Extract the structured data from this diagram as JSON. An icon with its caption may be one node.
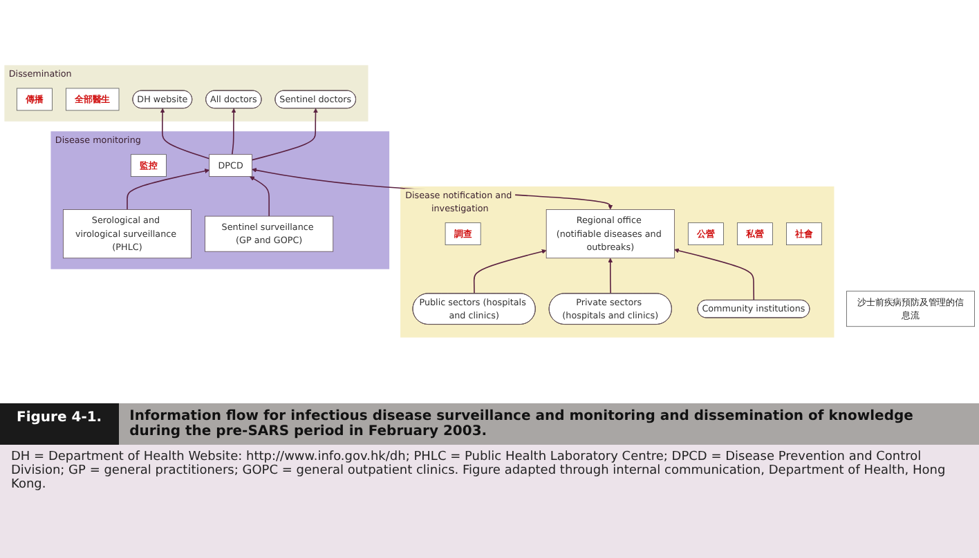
{
  "diagram": {
    "caption": "Information flow for infectious disease surveillance and monitoring and dissemination of knowledge during the pre-SARS period in February 2003.",
    "nodes": [
      {
        "text": [
          "Dissemination"
        ]
      },
      {
        "text": [
          "傳播"
        ],
        "in": 0
      },
      {
        "text": [
          "全部醫生"
        ],
        "in": 0
      },
      {
        "text": [
          "DH website"
        ],
        "in": 0
      },
      {
        "text": [
          "All doctors"
        ],
        "in": 0
      },
      {
        "text": [
          "Sentinel doctors"
        ],
        "in": 0
      },
      {
        "text": [
          "Disease monitoring"
        ]
      },
      {
        "text": [
          "監控"
        ],
        "in": 6
      },
      {
        "text": [
          "Serological and virological surveillance (PHLC)"
        ],
        "in": 6
      },
      {
        "text": [
          "DPCD"
        ],
        "in": 6
      },
      {
        "text": [
          "Sentinel surveillance (GP and GOPC)"
        ],
        "in": 6
      },
      {
        "text": [
          "Disease notification and investigation"
        ]
      },
      {
        "text": [
          "調查"
        ],
        "in": 11
      },
      {
        "text": [
          "Regional office (notifiable diseases and outbreaks)"
        ],
        "in": 11
      },
      {
        "text": [
          "Public sectors (hospitals and clinics)"
        ],
        "in": 11
      },
      {
        "text": [
          "公營"
        ],
        "in": 11
      },
      {
        "text": [
          "Private sectors (hospitals and clinics)"
        ],
        "in": 11
      },
      {
        "text": [
          "私營"
        ],
        "in": 11
      },
      {
        "text": [
          "Community institutions"
        ],
        "in": 11
      },
      {
        "text": [
          "社會"
        ],
        "in": 11
      },
      {
        "text": [
          "沙士前疾病預防及管理的信息流"
        ]
      }
    ],
    "edges": [
      {
        "from": 9,
        "to": 3,
        "arrow": "to"
      },
      {
        "from": 9,
        "to": 4,
        "arrow": "to"
      },
      {
        "from": 9,
        "to": 5,
        "arrow": "to"
      },
      {
        "from": 8,
        "to": 9,
        "arrow": "to"
      },
      {
        "from": 10,
        "to": 9,
        "arrow": "to"
      },
      {
        "from": 13,
        "to": 9,
        "arrow": "both"
      },
      {
        "from": 14,
        "to": 13,
        "arrow": "to"
      },
      {
        "from": 16,
        "to": 13,
        "arrow": "to"
      },
      {
        "from": 18,
        "to": 13,
        "arrow": "to"
      }
    ],
    "labels": [
      "Figure 4-1.",
      "DH = Department of Health Website: http://www.info.gov.hk/dh; PHLC = Public Health Laboratory Centre; DPCD = Disease Prevention and Control Division; GP = general practitioners; GOPC = general outpatient clinics. Figure adapted through internal communication, Department of Health, Hong Kong."
    ]
  }
}
